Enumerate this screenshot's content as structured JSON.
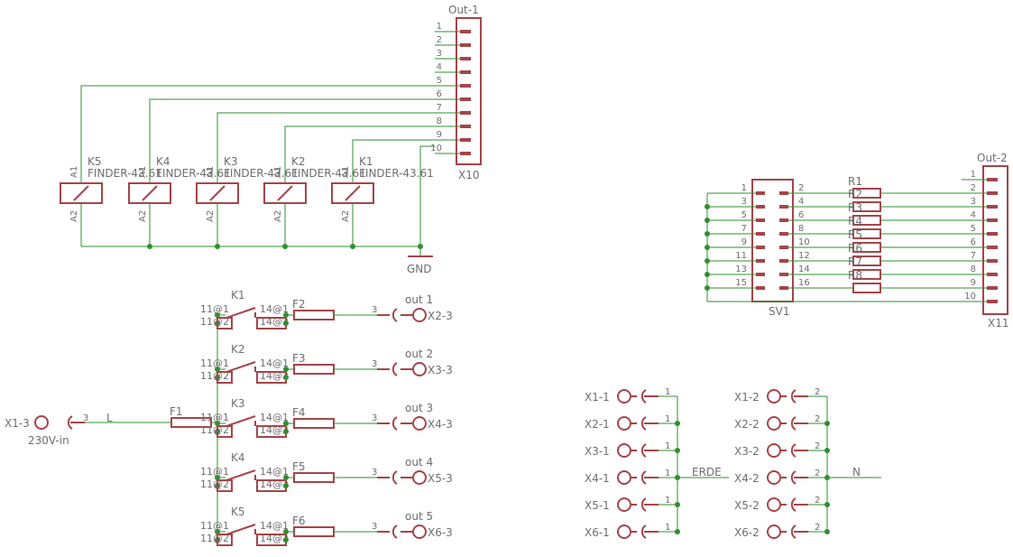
{
  "colors": {
    "wire": "#2f8f2f",
    "part": "#a5454a",
    "text": "#6e6e6e",
    "background": "#ffffff"
  },
  "out1": {
    "name": "Out-1",
    "ref": "X10",
    "pins": [
      "1",
      "2",
      "3",
      "4",
      "5",
      "6",
      "7",
      "8",
      "9",
      "10"
    ]
  },
  "relays": [
    {
      "name": "K5",
      "value": "FINDER-43.61",
      "a1": "A1",
      "a2": "A2"
    },
    {
      "name": "K4",
      "value": "FINDER-43.61",
      "a1": "A1",
      "a2": "A2"
    },
    {
      "name": "K3",
      "value": "FINDER-43.61",
      "a1": "A1",
      "a2": "A2"
    },
    {
      "name": "K2",
      "value": "FINDER-43.61",
      "a1": "A1",
      "a2": "A2"
    },
    {
      "name": "K1",
      "value": "FINDER-43.61",
      "a1": "A1",
      "a2": "A2"
    }
  ],
  "gnd_label": "GND",
  "input": {
    "name": "X1-3",
    "pin": "3",
    "value": "230V-in",
    "net": "L"
  },
  "fuse_main": "F1",
  "branches": [
    {
      "relay": "K1",
      "fuse": "F2",
      "pin_in1": "11@1",
      "pin_in2": "11@2",
      "pin_out1": "14@1",
      "pin_out2": "14@2",
      "term_pin": "3",
      "term_label": "out 1",
      "term_name": "X2-3"
    },
    {
      "relay": "K2",
      "fuse": "F3",
      "pin_in1": "11@1",
      "pin_in2": "11@2",
      "pin_out1": "14@1",
      "pin_out2": "14@2",
      "term_pin": "3",
      "term_label": "out 2",
      "term_name": "X3-3"
    },
    {
      "relay": "K3",
      "fuse": "F4",
      "pin_in1": "11@1",
      "pin_in2": "11@2",
      "pin_out1": "14@1",
      "pin_out2": "14@2",
      "term_pin": "3",
      "term_label": "out 3",
      "term_name": "X4-3"
    },
    {
      "relay": "K4",
      "fuse": "F5",
      "pin_in1": "11@1",
      "pin_in2": "11@2",
      "pin_out1": "14@1",
      "pin_out2": "14@2",
      "term_pin": "3",
      "term_label": "out 4",
      "term_name": "X5-3"
    },
    {
      "relay": "K5",
      "fuse": "F6",
      "pin_in1": "11@1",
      "pin_in2": "11@2",
      "pin_out1": "14@1",
      "pin_out2": "14@2",
      "term_pin": "3",
      "term_label": "out 5",
      "term_name": "X6-3"
    }
  ],
  "sv1": {
    "name": "SV1",
    "left_pins": [
      "1",
      "3",
      "5",
      "7",
      "9",
      "11",
      "13",
      "15"
    ],
    "right_pins": [
      "2",
      "4",
      "6",
      "8",
      "10",
      "12",
      "14",
      "16"
    ]
  },
  "resistor_array": {
    "name": "R1",
    "labels": [
      "R2",
      "R3",
      "R4",
      "R5",
      "R6",
      "R7",
      "R8"
    ]
  },
  "out2": {
    "name": "Out-2",
    "ref": "X11",
    "pins": [
      "1",
      "2",
      "3",
      "4",
      "5",
      "6",
      "7",
      "8",
      "9",
      "10"
    ]
  },
  "terminals_erde": {
    "net": "ERDE",
    "items": [
      {
        "name": "X1-1",
        "pin": "1"
      },
      {
        "name": "X2-1",
        "pin": "1"
      },
      {
        "name": "X3-1",
        "pin": "1"
      },
      {
        "name": "X4-1",
        "pin": "1"
      },
      {
        "name": "X5-1",
        "pin": "1"
      },
      {
        "name": "X6-1",
        "pin": "1"
      }
    ]
  },
  "terminals_n": {
    "net": "N",
    "items": [
      {
        "name": "X1-2",
        "pin": "2"
      },
      {
        "name": "X2-2",
        "pin": "2"
      },
      {
        "name": "X3-2",
        "pin": "2"
      },
      {
        "name": "X4-2",
        "pin": "2"
      },
      {
        "name": "X5-2",
        "pin": "2"
      },
      {
        "name": "X6-2",
        "pin": "2"
      }
    ]
  }
}
